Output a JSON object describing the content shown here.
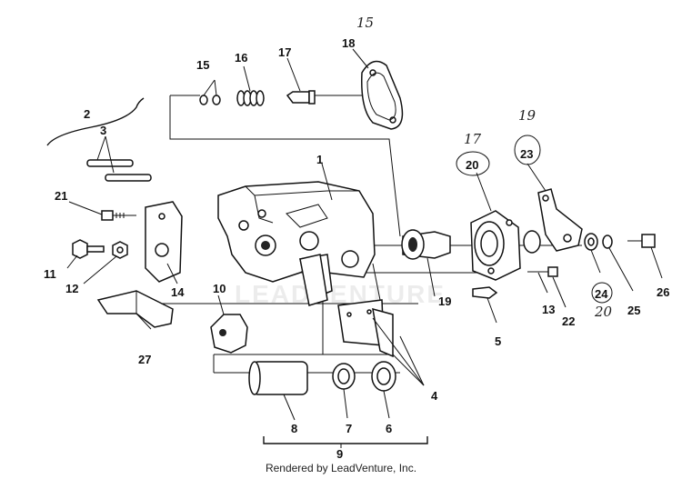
{
  "callouts": {
    "c1": "1",
    "c2": "2",
    "c3": "3",
    "c4": "4",
    "c5": "5",
    "c6": "6",
    "c7": "7",
    "c8": "8",
    "c9": "9",
    "c10": "10",
    "c11": "11",
    "c12": "12",
    "c13": "13",
    "c14": "14",
    "c15": "15",
    "c16": "16",
    "c17": "17",
    "c18": "18",
    "c19": "19",
    "c20": "20",
    "c21": "21",
    "c22": "22",
    "c23": "23",
    "c24": "24",
    "c25": "25",
    "c26": "26",
    "c27": "27"
  },
  "handwritten": {
    "h17": "17",
    "h19": "19",
    "h15": "15",
    "h20": "20"
  },
  "watermark": "LEADVENTURE",
  "footer": "Rendered by LeadVenture, Inc."
}
